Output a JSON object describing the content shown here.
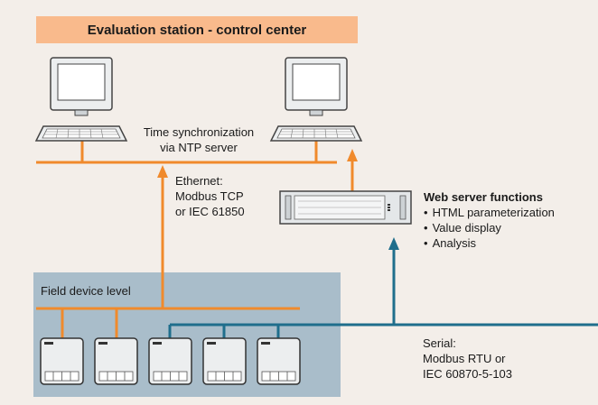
{
  "title": "Evaluation station - control center",
  "time_sync": {
    "line1": "Time synchronization",
    "line2": "via NTP server"
  },
  "ethernet": {
    "line1": "Ethernet:",
    "line2": "Modbus TCP",
    "line3": "or IEC 61850"
  },
  "web_server": {
    "heading": "Web server functions",
    "items": [
      "HTML parameterization",
      "Value display",
      "Analysis"
    ]
  },
  "field_level": "Field device level",
  "serial": {
    "line1": "Serial:",
    "line2": "Modbus RTU or",
    "line3": "IEC 60870-5-103"
  },
  "colors": {
    "background": "#f3eee9",
    "banner": "#f9ba8c",
    "field_box": "#a9bdca",
    "ethernet_line": "#f08a2c",
    "serial_line": "#1f6e8c",
    "device_case": "#eceeef"
  }
}
